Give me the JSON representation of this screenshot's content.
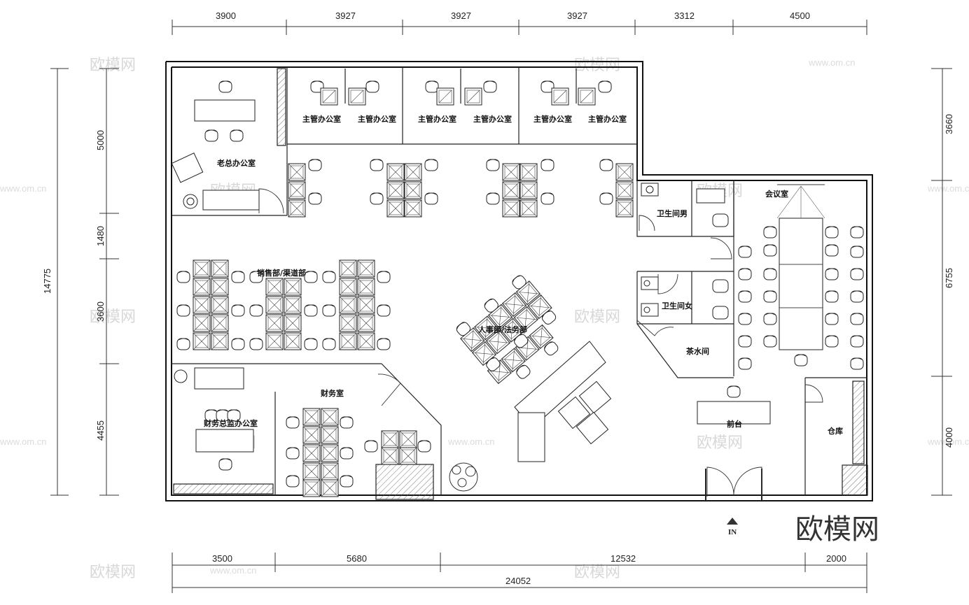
{
  "dims": {
    "top": [
      "3900",
      "3927",
      "3927",
      "3927",
      "3312",
      "4500"
    ],
    "bottom": [
      "3500",
      "5680",
      "12532",
      "2000"
    ],
    "total": "24052",
    "left_total": "14775",
    "left": [
      "5000",
      "1480",
      "3600",
      "4455"
    ],
    "right": [
      "3660",
      "6755",
      "4000"
    ]
  },
  "rooms": {
    "ceo": "老总办公室",
    "mgr1": "主管办公室",
    "mgr2": "主管办公室",
    "mgr3": "主管办公室",
    "mgr4": "主管办公室",
    "mgr5": "主管办公室",
    "mgr6": "主管办公室",
    "sales": "销售部/渠道部",
    "hr": "人事部/法务部",
    "finance": "财务室",
    "cfo": "财务总监办公室",
    "wc_m": "卫生间男",
    "wc_f": "卫生间女",
    "tea": "茶水间",
    "meeting": "会议室",
    "reception": "前台",
    "storage": "仓库"
  },
  "entrance": "IN",
  "brand": "欧模网",
  "watermark": "欧模网",
  "watermark_url": "www.om.cn"
}
